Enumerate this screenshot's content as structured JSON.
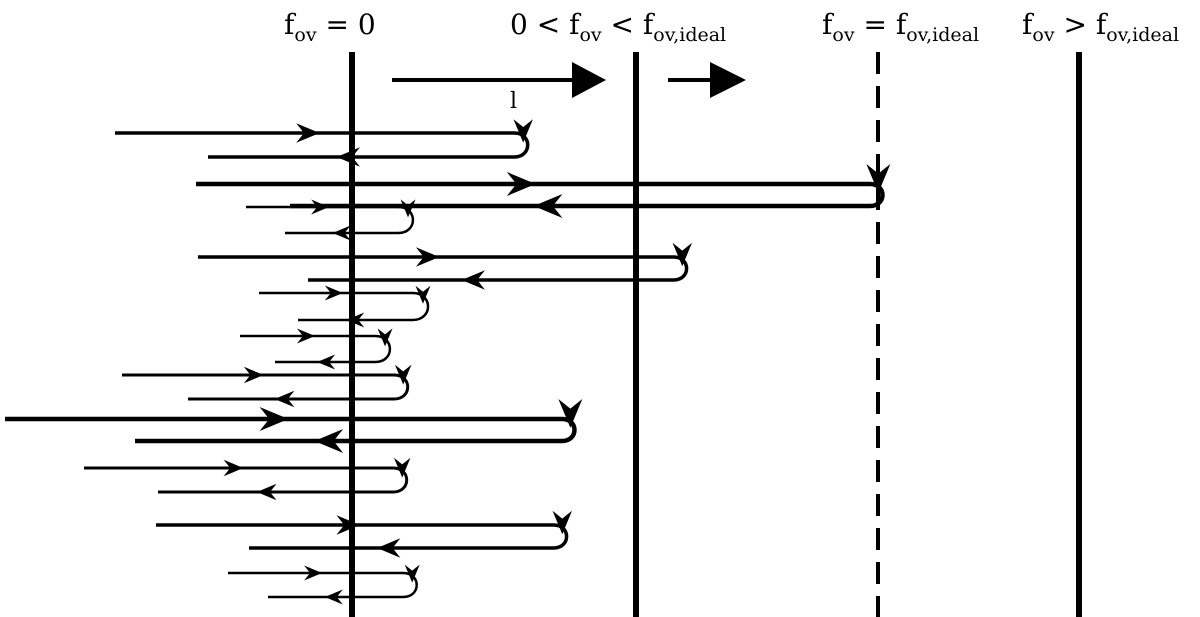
{
  "labels": {
    "fov_zero": {
      "f": "f",
      "sub": "ov",
      "rest": " = 0"
    },
    "fov_between": {
      "lead": "0 < ",
      "f1": "f",
      "sub1": "ov",
      "mid": " < ",
      "f2": "f",
      "sub2": "ov,ideal"
    },
    "fov_ideal": {
      "f1": "f",
      "sub1": "ov",
      "mid": " = ",
      "f2": "f",
      "sub2": "ov,ideal"
    },
    "fov_greater": {
      "f1": "f",
      "sub1": "ov",
      "mid": " > ",
      "f2": "f",
      "sub2": "ov,ideal"
    },
    "length_marker": "l"
  },
  "boundaries": [
    {
      "name": "boundary-fov-zero",
      "style": "solid"
    },
    {
      "name": "boundary-fov-between",
      "style": "solid"
    },
    {
      "name": "boundary-fov-ideal",
      "style": "dashed"
    },
    {
      "name": "boundary-fov-greater",
      "style": "solid"
    }
  ],
  "colors": {
    "ink": "#000000",
    "background": "#ffffff"
  }
}
